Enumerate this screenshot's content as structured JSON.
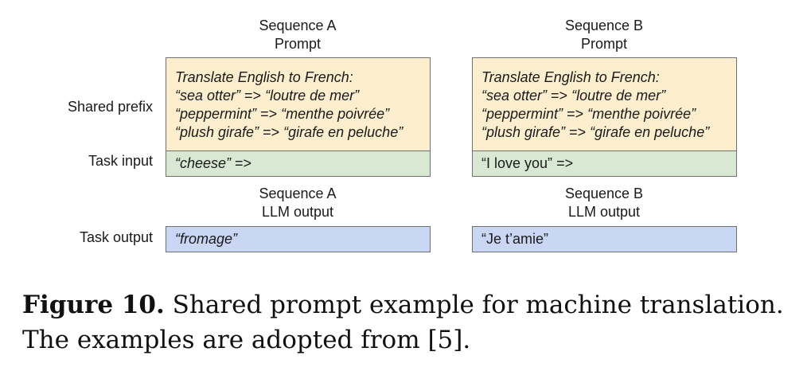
{
  "columns": [
    {
      "prompt_head": [
        "Sequence A",
        "Prompt"
      ],
      "prefix": {
        "line1": "Translate English to French:",
        "line2_en": "“sea otter”",
        "line2_fr": "“loutre de mer”",
        "line3_en": "“peppermint”",
        "line3_fr": "“menthe poivrée”",
        "line4_en": "“plush girafe”",
        "line4_fr": "“girafe en peluche”"
      },
      "task_input": "“cheese”",
      "output_head": [
        "Sequence A",
        "LLM output"
      ],
      "task_output": "“fromage”"
    },
    {
      "prompt_head": [
        "Sequence B",
        "Prompt"
      ],
      "prefix": {
        "line1": "Translate English to French:",
        "line2_en": "“sea otter”",
        "line2_fr": "“loutre de mer”",
        "line3_en": "“peppermint”",
        "line3_fr": "“menthe poivrée”",
        "line4_en": "“plush girafe”",
        "line4_fr": "“girafe en peluche”"
      },
      "task_input": "“I love you”",
      "output_head": [
        "Sequence B",
        "LLM output"
      ],
      "task_output": "“Je t’amie”"
    }
  ],
  "arrow": "=>",
  "row_labels": {
    "shared_prefix": "Shared prefix",
    "task_input": "Task input",
    "task_output": "Task output"
  },
  "caption": {
    "label": "Figure 10.",
    "text": " Shared prompt example for machine translation. The examples are adopted from [5]."
  }
}
